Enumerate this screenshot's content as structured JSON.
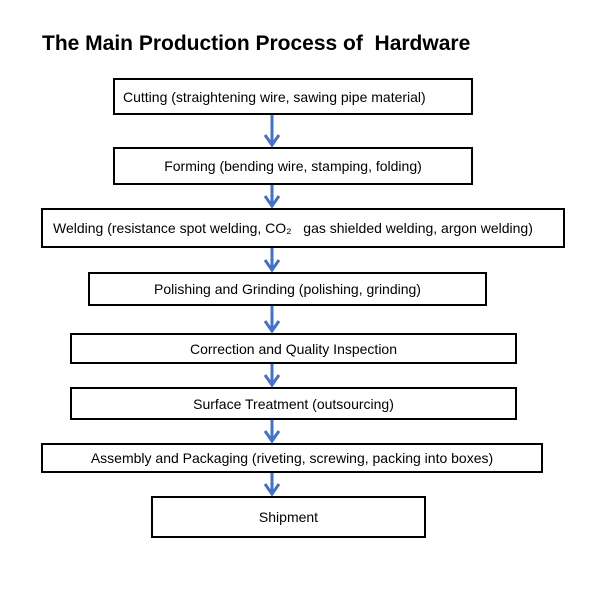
{
  "title": "The Main Production Process of  Hardware",
  "arrow_color": "#4472c4",
  "steps": [
    {
      "label": "Cutting (straightening wire, sawing pipe material)"
    },
    {
      "label": "Forming (bending wire, stamping, folding)"
    },
    {
      "label": "Welding (resistance spot welding, CO₂   gas shielded welding, argon welding)"
    },
    {
      "label": "Polishing and Grinding (polishing, grinding)"
    },
    {
      "label": "Correction and Quality Inspection"
    },
    {
      "label": "Surface Treatment (outsourcing)"
    },
    {
      "label": "Assembly and Packaging (riveting, screwing, packing into boxes)"
    },
    {
      "label": "Shipment"
    }
  ]
}
